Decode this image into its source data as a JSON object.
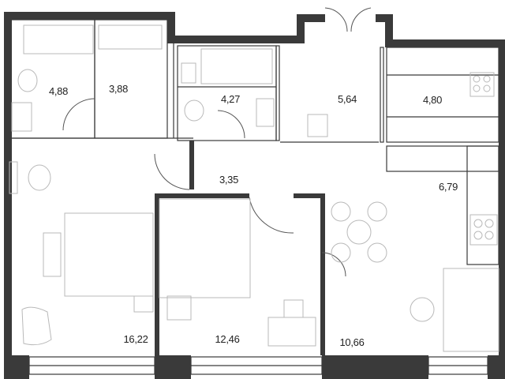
{
  "floor_plan": {
    "rooms": [
      {
        "id": "bathroom",
        "area": "4,88"
      },
      {
        "id": "wardrobe",
        "area": "3,88"
      },
      {
        "id": "bathroom-2",
        "area": "4,27"
      },
      {
        "id": "hall-entrance",
        "area": "5,64"
      },
      {
        "id": "wardrobe-2",
        "area": "4,80"
      },
      {
        "id": "corridor",
        "area": "3,35"
      },
      {
        "id": "kitchen",
        "area": "6,79"
      },
      {
        "id": "living-room",
        "area": "16,22"
      },
      {
        "id": "bedroom",
        "area": "12,46"
      },
      {
        "id": "dining-room",
        "area": "10,66"
      }
    ]
  },
  "colors": {
    "wall": "#3a3a3a",
    "furniture": "#b9b9b9",
    "background": "#ffffff"
  }
}
